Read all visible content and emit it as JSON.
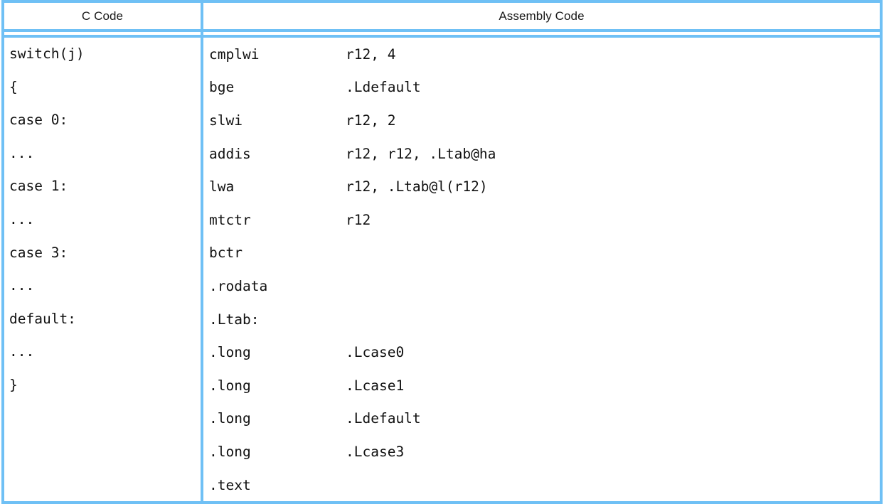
{
  "table": {
    "headers": {
      "c_code": "C Code",
      "assembly_code": "Assembly Code"
    },
    "border_color": "#6fc0f5",
    "text_color": "#111111",
    "background_color": "#ffffff",
    "rows": [
      {
        "c": "switch(j)",
        "mnemonic": "cmplwi",
        "operand": "r12, 4"
      },
      {
        "c": "{",
        "mnemonic": "bge",
        "operand": ".Ldefault"
      },
      {
        "c": "case 0:",
        "mnemonic": "slwi",
        "operand": "r12, 2"
      },
      {
        "c": "...",
        "mnemonic": "addis",
        "operand": "r12, r12, .Ltab@ha"
      },
      {
        "c": "case 1:",
        "mnemonic": "lwa",
        "operand": "r12, .Ltab@l(r12)"
      },
      {
        "c": "...",
        "mnemonic": "mtctr",
        "operand": "r12"
      },
      {
        "c": "case 3:",
        "mnemonic": "bctr",
        "operand": ""
      },
      {
        "c": "...",
        "mnemonic": ".rodata",
        "operand": ""
      },
      {
        "c": "default:",
        "mnemonic": ".Ltab:",
        "operand": ""
      },
      {
        "c": "...",
        "mnemonic": ".long",
        "operand": ".Lcase0"
      },
      {
        "c": "}",
        "mnemonic": ".long",
        "operand": ".Lcase1"
      },
      {
        "c": "",
        "mnemonic": ".long",
        "operand": ".Ldefault"
      },
      {
        "c": "",
        "mnemonic": ".long",
        "operand": ".Lcase3"
      },
      {
        "c": "",
        "mnemonic": ".text",
        "operand": ""
      }
    ]
  }
}
